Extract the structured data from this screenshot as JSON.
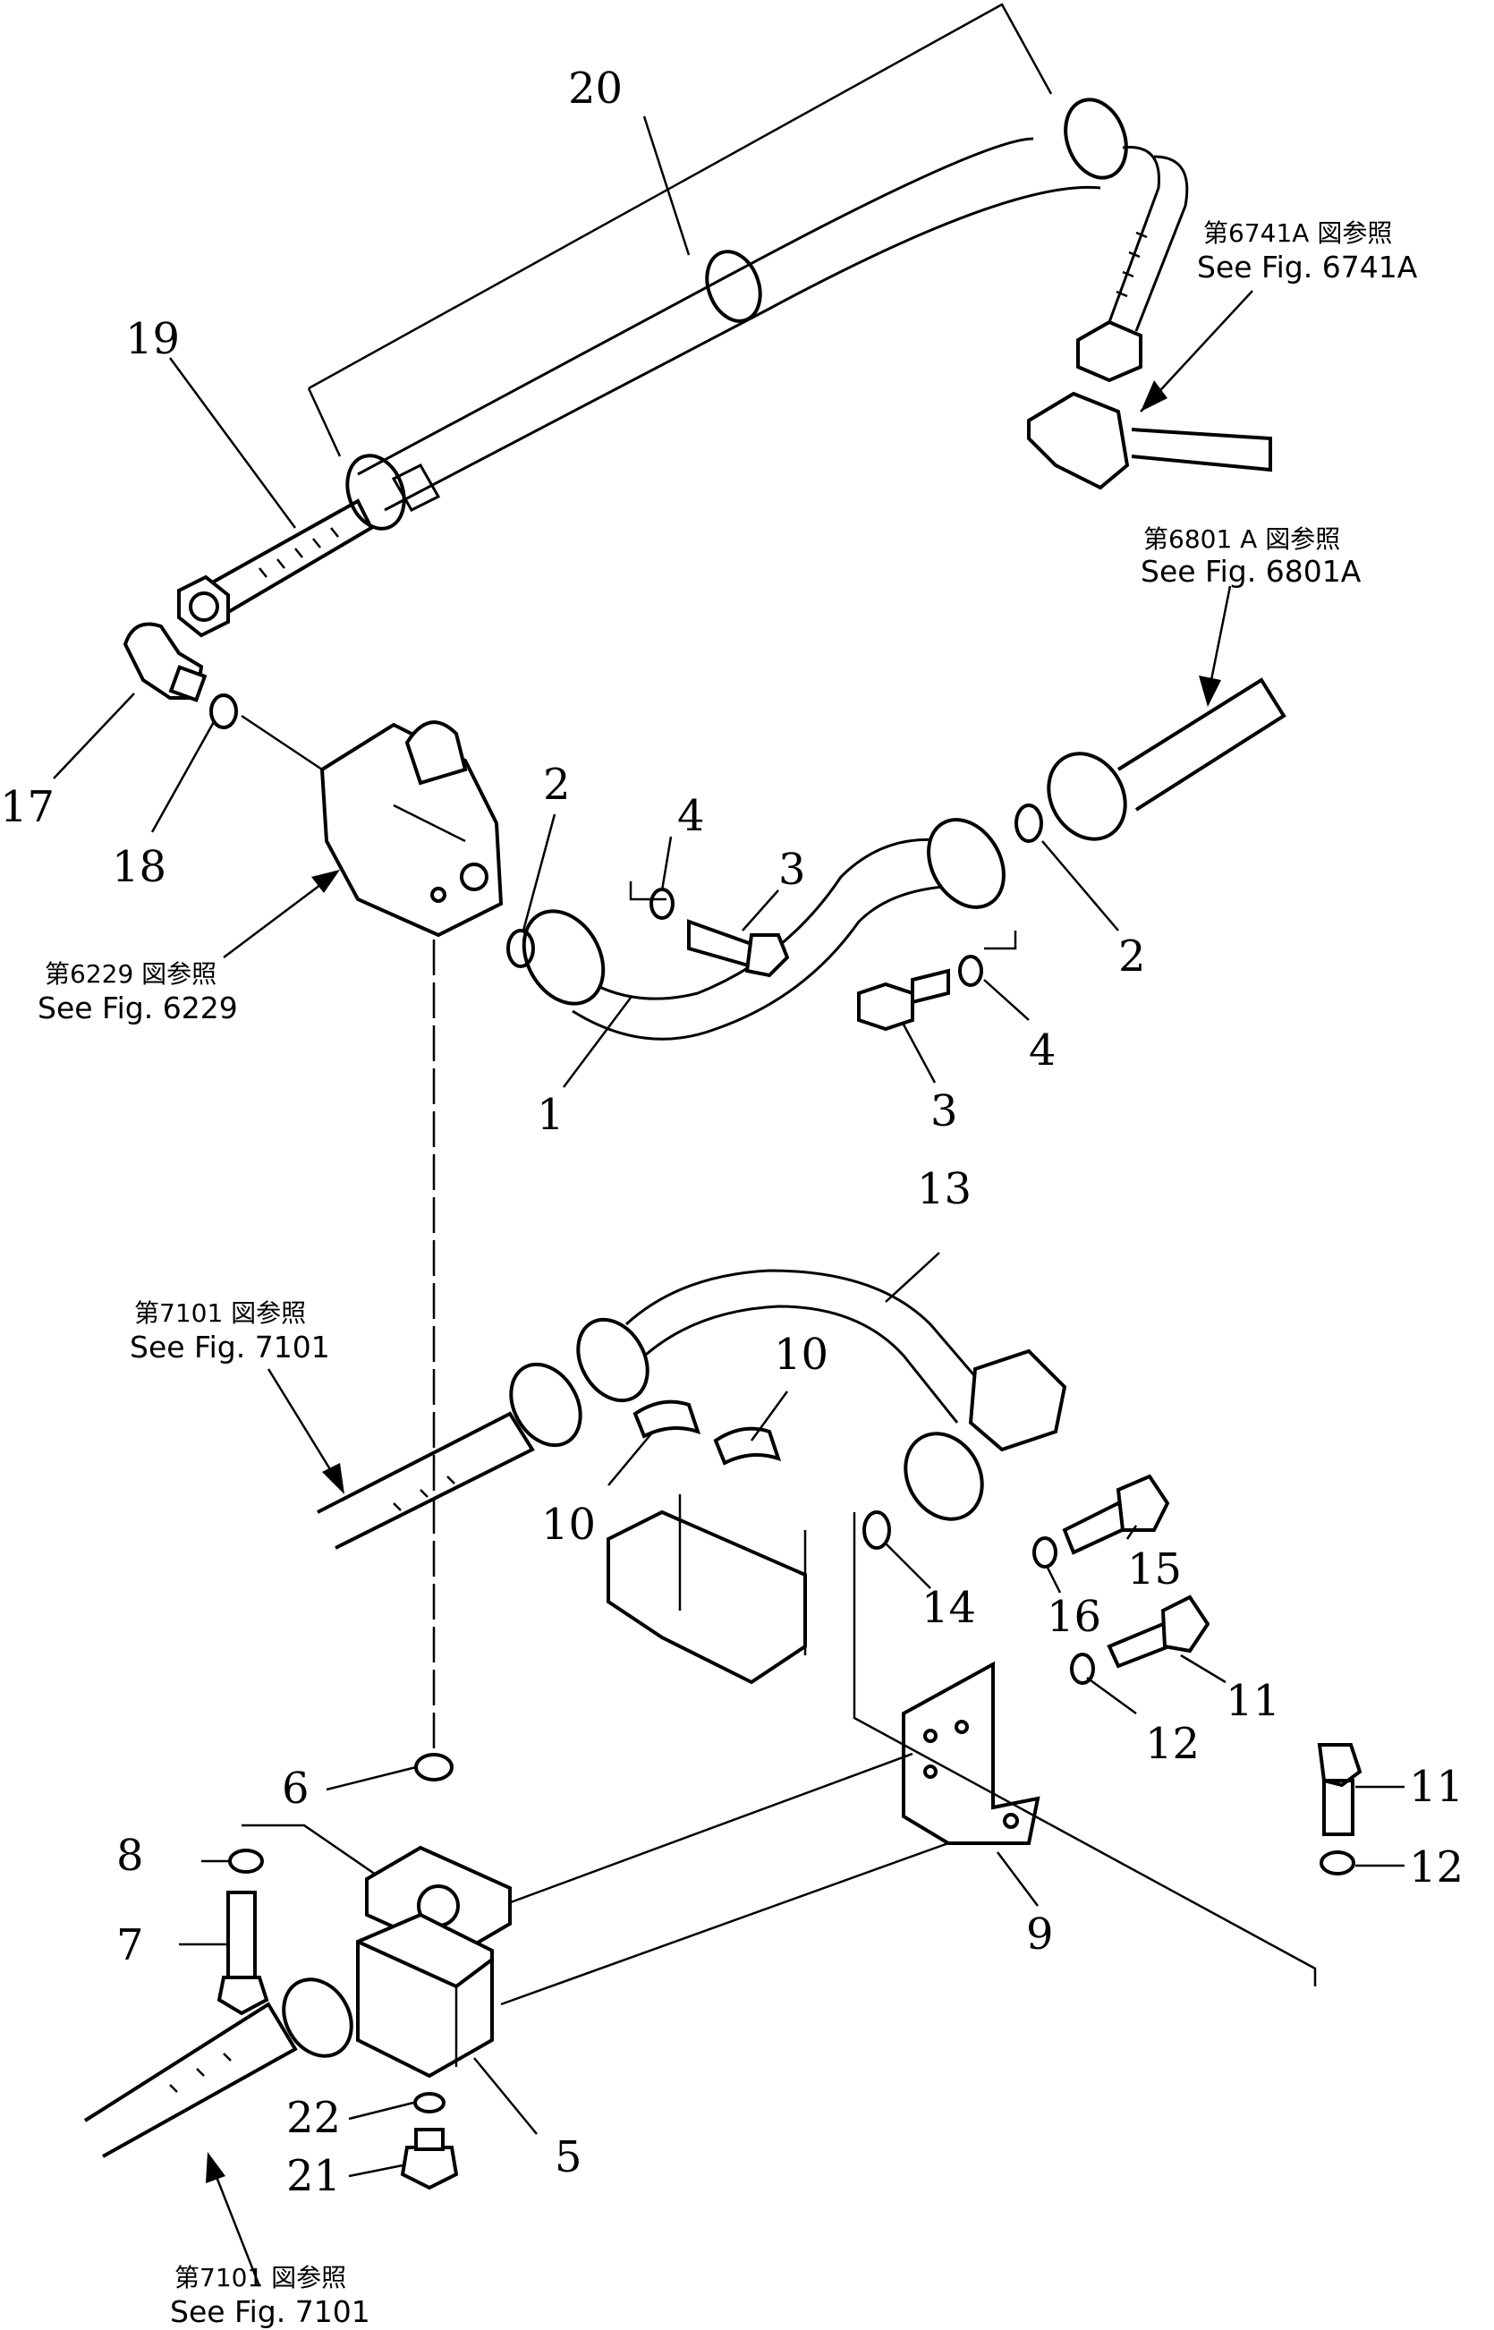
{
  "callouts": [
    {
      "id": "c1",
      "label": "1"
    },
    {
      "id": "c2a",
      "label": "2"
    },
    {
      "id": "c2b",
      "label": "2"
    },
    {
      "id": "c3a",
      "label": "3"
    },
    {
      "id": "c3b",
      "label": "3"
    },
    {
      "id": "c4a",
      "label": "4"
    },
    {
      "id": "c4b",
      "label": "4"
    },
    {
      "id": "c5",
      "label": "5"
    },
    {
      "id": "c6",
      "label": "6"
    },
    {
      "id": "c7",
      "label": "7"
    },
    {
      "id": "c8",
      "label": "8"
    },
    {
      "id": "c9",
      "label": "9"
    },
    {
      "id": "c10a",
      "label": "10"
    },
    {
      "id": "c10b",
      "label": "10"
    },
    {
      "id": "c11a",
      "label": "11"
    },
    {
      "id": "c11b",
      "label": "11"
    },
    {
      "id": "c12a",
      "label": "12"
    },
    {
      "id": "c12b",
      "label": "12"
    },
    {
      "id": "c13",
      "label": "13"
    },
    {
      "id": "c14",
      "label": "14"
    },
    {
      "id": "c15",
      "label": "15"
    },
    {
      "id": "c16",
      "label": "16"
    },
    {
      "id": "c17",
      "label": "17"
    },
    {
      "id": "c18",
      "label": "18"
    },
    {
      "id": "c19",
      "label": "19"
    },
    {
      "id": "c20",
      "label": "20"
    },
    {
      "id": "c21",
      "label": "21"
    },
    {
      "id": "c22",
      "label": "22"
    }
  ],
  "references": [
    {
      "id": "r6741",
      "jp": "第6741A 図参照",
      "en": "See Fig. 6741A"
    },
    {
      "id": "r6801",
      "jp": "第6801 A 図参照",
      "en": "See  Fig.  6801A"
    },
    {
      "id": "r6229",
      "jp": "第6229 図参照",
      "en": "See Fig. 6229"
    },
    {
      "id": "r7101a",
      "jp": "第7101 図参照",
      "en": "See Fig. 7101"
    },
    {
      "id": "r7101b",
      "jp": "第7101 図参照",
      "en": "See Fig. 7101"
    }
  ]
}
